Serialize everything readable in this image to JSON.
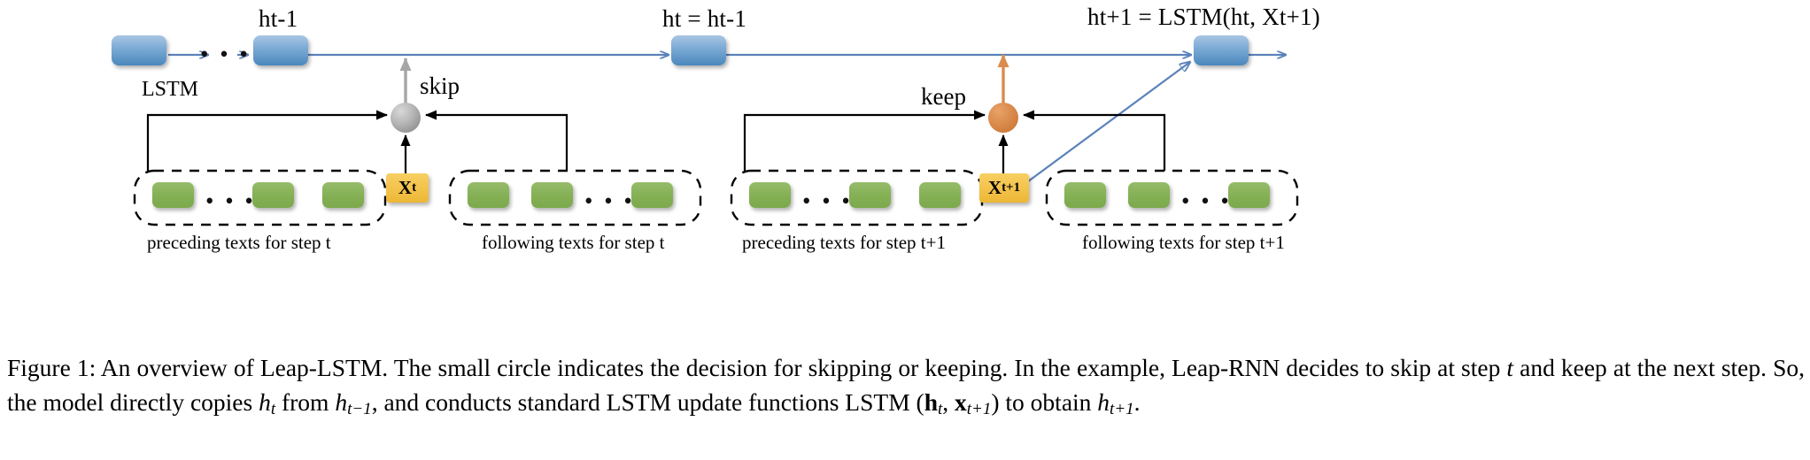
{
  "figure": {
    "title": "Leap-LSTM overview diagram",
    "caption_full": "Figure 1: An overview of Leap-LSTM. The small circle indicates the decision for skipping or keeping. In the example, Leap-RNN decides to skip at step t and keep at the next step. So, the model directly copies h_t from h_{t-1}, and conducts standard LSTM update functions LSTM (h_t, x_{t+1}) to obtain h_{t+1}.",
    "caption_parts": {
      "p1": "Figure 1: An overview of Leap-LSTM. The small circle indicates the decision for skipping or keeping. In the example, Leap-RNN decides to skip at step ",
      "t1": "t",
      "p2": " and keep at the next step.  So, the model directly copies ",
      "h1": "h",
      "h1sub": "t",
      "p3": " from ",
      "h2": "h",
      "h2sub": "t−1",
      "p4": ", and conducts standard LSTM update functions LSTM (",
      "bh": "h",
      "bhsub": "t",
      "p5": ", ",
      "bx": "x",
      "bxsub": "t+1",
      "p6": ") to obtain ",
      "h3": "h",
      "h3sub": "t+1",
      "p7": "."
    }
  },
  "colors": {
    "lstm_blue": "#4a87bd",
    "lstm_blue_light": "#a8c6e4",
    "text_green": "#84b054",
    "input_yellow": "#f3c24a",
    "skip_gray": "#a0a0a0",
    "keep_orange": "#db8b4d",
    "arrow_blue": "#5b82b9",
    "arrow_black": "#000000"
  },
  "top_row": {
    "lstm_label": "LSTM",
    "states": [
      {
        "name": "h-prev",
        "label_main": "h",
        "label_sub": "t-1",
        "label_text": "ht-1"
      },
      {
        "name": "h-t",
        "label_main": "h",
        "label_sub": "t",
        "label_text": "ht = ht-1"
      },
      {
        "name": "h-next",
        "label_main": "h",
        "label_sub": "t+1",
        "label_text": "ht+1 = LSTM(ht, Xt+1)"
      }
    ],
    "state_labels": {
      "h_prev": "ht-1",
      "h_t": "ht = ht-1",
      "h_next": "ht+1 = LSTM(ht, Xt+1)"
    },
    "ellipsis": "• • •"
  },
  "decisions": [
    {
      "name": "skip-decision",
      "label": "skip",
      "color": "#a0a0a0",
      "step": "t"
    },
    {
      "name": "keep-decision",
      "label": "keep",
      "color": "#db8b4d",
      "step": "t+1"
    }
  ],
  "inputs": [
    {
      "name": "x-t",
      "main": "X",
      "sub": "t"
    },
    {
      "name": "x-t1",
      "main": "X",
      "sub": "t+1"
    }
  ],
  "groups": [
    {
      "name": "preceding-t",
      "label": "preceding texts for step t",
      "boxes": 3,
      "ellipsis_after": 1
    },
    {
      "name": "following-t",
      "label": "following texts for step t",
      "boxes": 3,
      "ellipsis_after": 2
    },
    {
      "name": "preceding-t1",
      "label": "preceding texts for step t+1",
      "boxes": 3,
      "ellipsis_after": 1
    },
    {
      "name": "following-t1",
      "label": "following texts for step t+1",
      "boxes": 3,
      "ellipsis_after": 2
    }
  ],
  "ellipsis_glyph": "• • •"
}
